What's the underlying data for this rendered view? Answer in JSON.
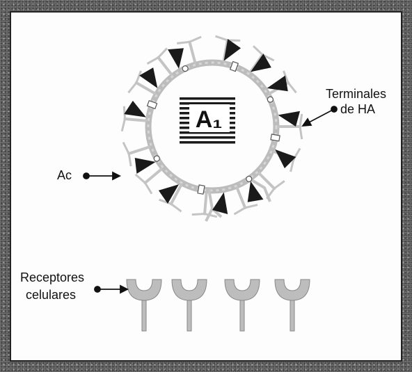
{
  "labels": {
    "antibody": "Ac",
    "ha_terminals_line1": "Terminales",
    "ha_terminals_line2": "de HA",
    "receptors_line1": "Receptores",
    "receptors_line2": "celulares",
    "genome": "A₁"
  },
  "colors": {
    "frame": "#6f6f6f",
    "virus_envelope": "#b9b9b9",
    "antibody_marks": "#1a1a1a",
    "receptor": "#bdbdbd",
    "genome_stripes": "#1a1a1a"
  }
}
